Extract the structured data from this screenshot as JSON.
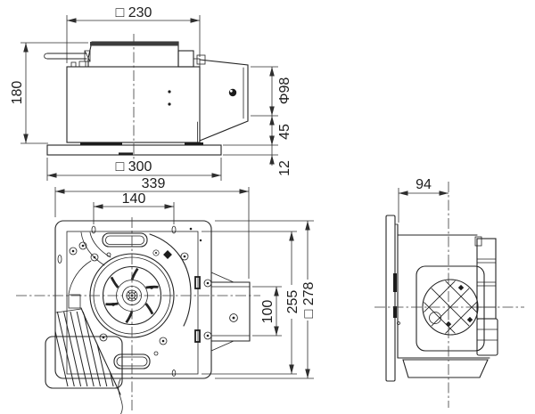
{
  "dims": {
    "front": {
      "body_width": "□ 230",
      "height": "180",
      "flange_width": "□ 300",
      "duct_diameter": "Φ98",
      "duct_offset": "45",
      "flange_thickness": "12"
    },
    "plan": {
      "overall_length": "339",
      "mount_pitch": "140",
      "outlet_width": "100",
      "inner_width": "255",
      "body_width": "□ 278"
    },
    "side": {
      "recess_depth": "94"
    }
  },
  "style": {
    "background": "#ffffff",
    "line_color": "#232323",
    "dim_color": "#2e2e2e"
  }
}
